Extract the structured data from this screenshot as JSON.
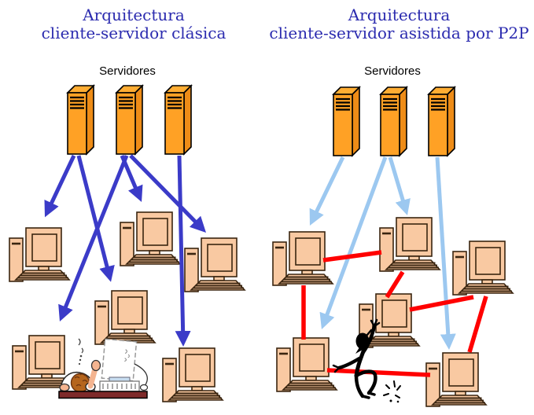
{
  "diagram": {
    "type": "network-architecture-comparison",
    "background": "#FFFFFF"
  },
  "colors": {
    "title_text": "#2B2BAF",
    "label_text": "#000000",
    "server_front": "#FFA125",
    "server_side": "#EE8C17",
    "server_top": "#FFAD33",
    "client_fill": "#F9C9A2",
    "client_outline": "#3A2510",
    "classic_download_arrow": "#3B3BC8",
    "assisted_download_arrow": "#9CC8F0",
    "p2p_link": "#FF0000",
    "desk": "#7E2A2A"
  },
  "panels": [
    {
      "id": "classic",
      "title_lines": [
        "Arquitectura",
        "cliente-servidor clásica"
      ],
      "servers_label": "Servidores",
      "servers": [
        "server-1",
        "server-2",
        "server-3"
      ],
      "clients": [
        "client-1",
        "client-2",
        "client-3",
        "client-4",
        "client-5",
        "client-6"
      ],
      "download_links": [
        [
          "server-1",
          "client-1"
        ],
        [
          "server-1",
          "client-5"
        ],
        [
          "server-2",
          "client-2"
        ],
        [
          "server-2",
          "client-3"
        ],
        [
          "server-2",
          "client-4"
        ],
        [
          "server-3",
          "client-6"
        ]
      ],
      "figure": "overloaded-user-at-desk"
    },
    {
      "id": "p2p-assisted",
      "title_lines": [
        "Arquitectura",
        "cliente-servidor asistida por P2P"
      ],
      "servers_label": "Servidores",
      "servers": [
        "server-1",
        "server-2",
        "server-3"
      ],
      "clients": [
        "client-1",
        "client-2",
        "client-3",
        "client-4",
        "client-5",
        "client-6"
      ],
      "download_links": [
        [
          "server-1",
          "client-1"
        ],
        [
          "server-2",
          "client-2"
        ],
        [
          "server-2",
          "client-4"
        ],
        [
          "server-3",
          "client-6"
        ]
      ],
      "p2p_links": [
        [
          "client-1",
          "client-2"
        ],
        [
          "client-1",
          "client-4"
        ],
        [
          "client-2",
          "client-5"
        ],
        [
          "client-5",
          "client-3"
        ],
        [
          "client-3",
          "client-6"
        ],
        [
          "client-4",
          "client-6"
        ]
      ],
      "figure": "mischief-imp-on-link"
    }
  ]
}
